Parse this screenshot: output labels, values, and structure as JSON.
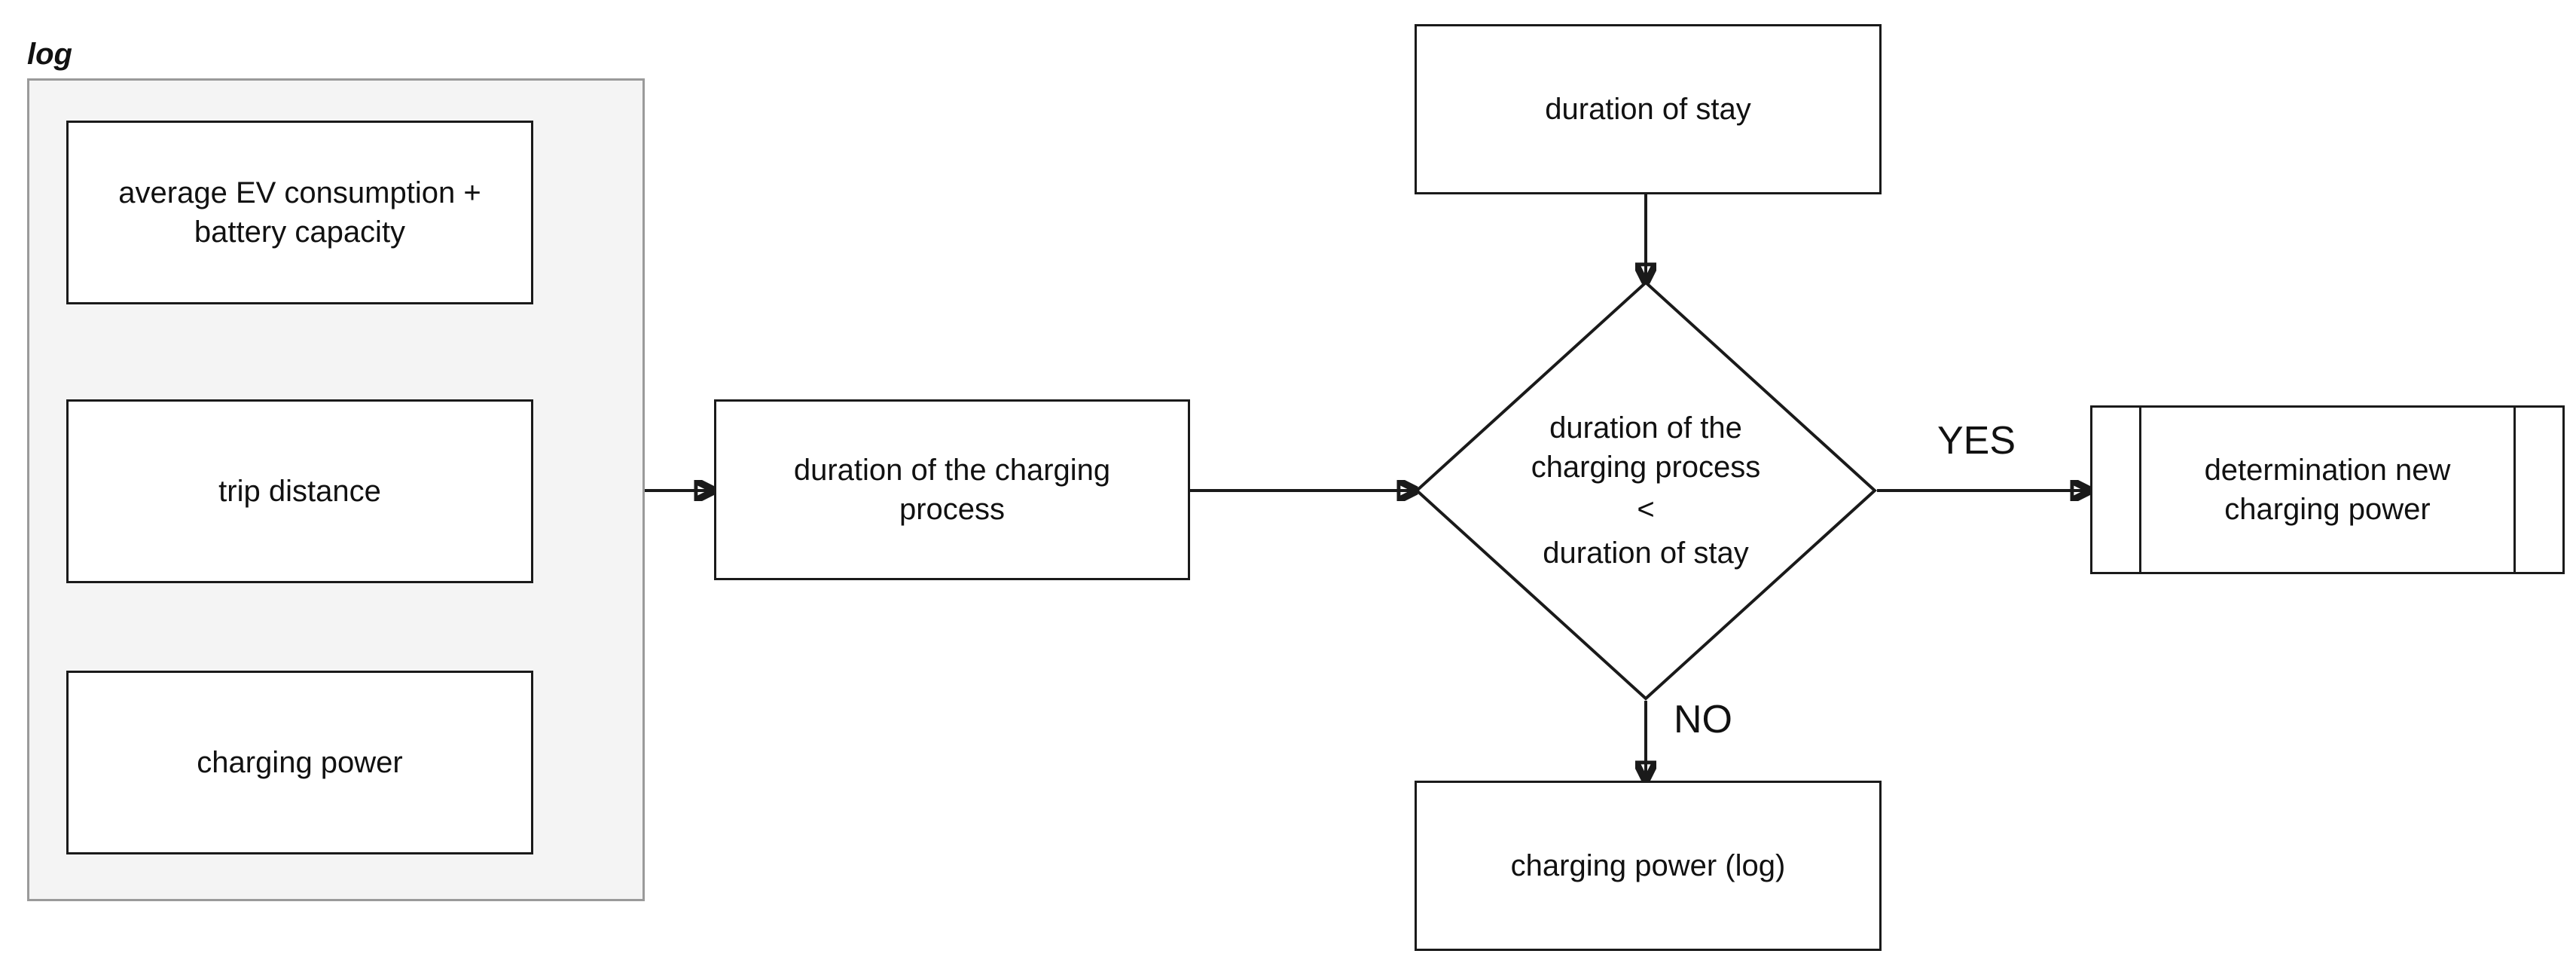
{
  "diagram": {
    "type": "flowchart",
    "title": "",
    "group": {
      "label": "log"
    },
    "nodes": {
      "ev_consumption": {
        "label": "average EV consumption +\nbattery capacity",
        "line1": "average EV consumption +",
        "line2": "battery capacity",
        "shape": "process"
      },
      "trip_distance": {
        "label": "trip distance",
        "shape": "process"
      },
      "charging_power": {
        "label": "charging power",
        "shape": "process"
      },
      "charging_duration": {
        "line1": "duration of the charging",
        "line2": "process",
        "label": "duration of the charging process",
        "shape": "process"
      },
      "duration_of_stay": {
        "label": "duration of stay",
        "shape": "process"
      },
      "decision": {
        "shape": "decision",
        "line1": "duration of the",
        "line2": "charging process",
        "operator": "<",
        "line3": "duration of stay",
        "label": "duration of the charging process < duration of stay"
      },
      "determination": {
        "line1": "determination new",
        "line2": "charging power",
        "label": "determination new charging power",
        "shape": "predefined-process"
      },
      "charging_power_log": {
        "label": "charging power (log)",
        "shape": "process"
      }
    },
    "edge_labels": {
      "yes": "YES",
      "no": "NO"
    },
    "colors": {
      "stroke": "#1a1a1a",
      "group_fill": "#f4f4f4",
      "group_stroke": "#9a9a9a",
      "node_fill": "#ffffff",
      "text": "#111111",
      "background": "#ffffff"
    }
  }
}
